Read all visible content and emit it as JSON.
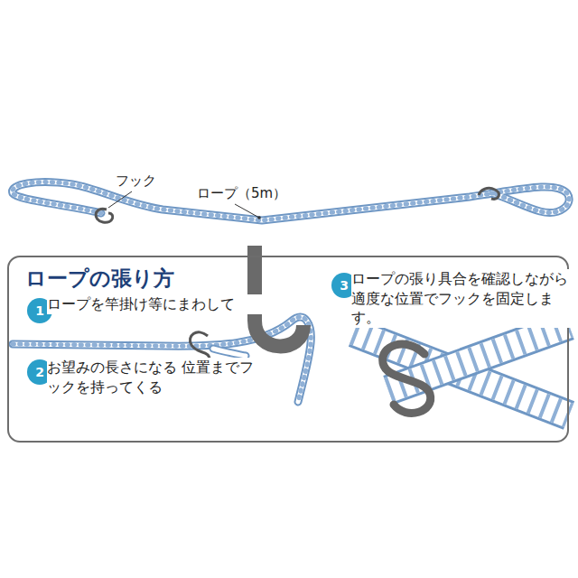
{
  "diagram": {
    "nodes": [
      {
        "text": [
          "ロープの張り方"
        ]
      },
      {
        "text": [
          "1"
        ],
        "in": 0
      },
      {
        "text": [
          "2"
        ],
        "in": 0
      },
      {
        "text": [
          "3"
        ],
        "in": 0
      }
    ],
    "labels": [
      "フック",
      "ロープ（5m）",
      "ロープを竿掛け等にまわして",
      "お望みの長さになる 位置までフックを持ってくる",
      "ロープの張り具合を確認しながら 適度な位置でフックを固定します。"
    ]
  }
}
